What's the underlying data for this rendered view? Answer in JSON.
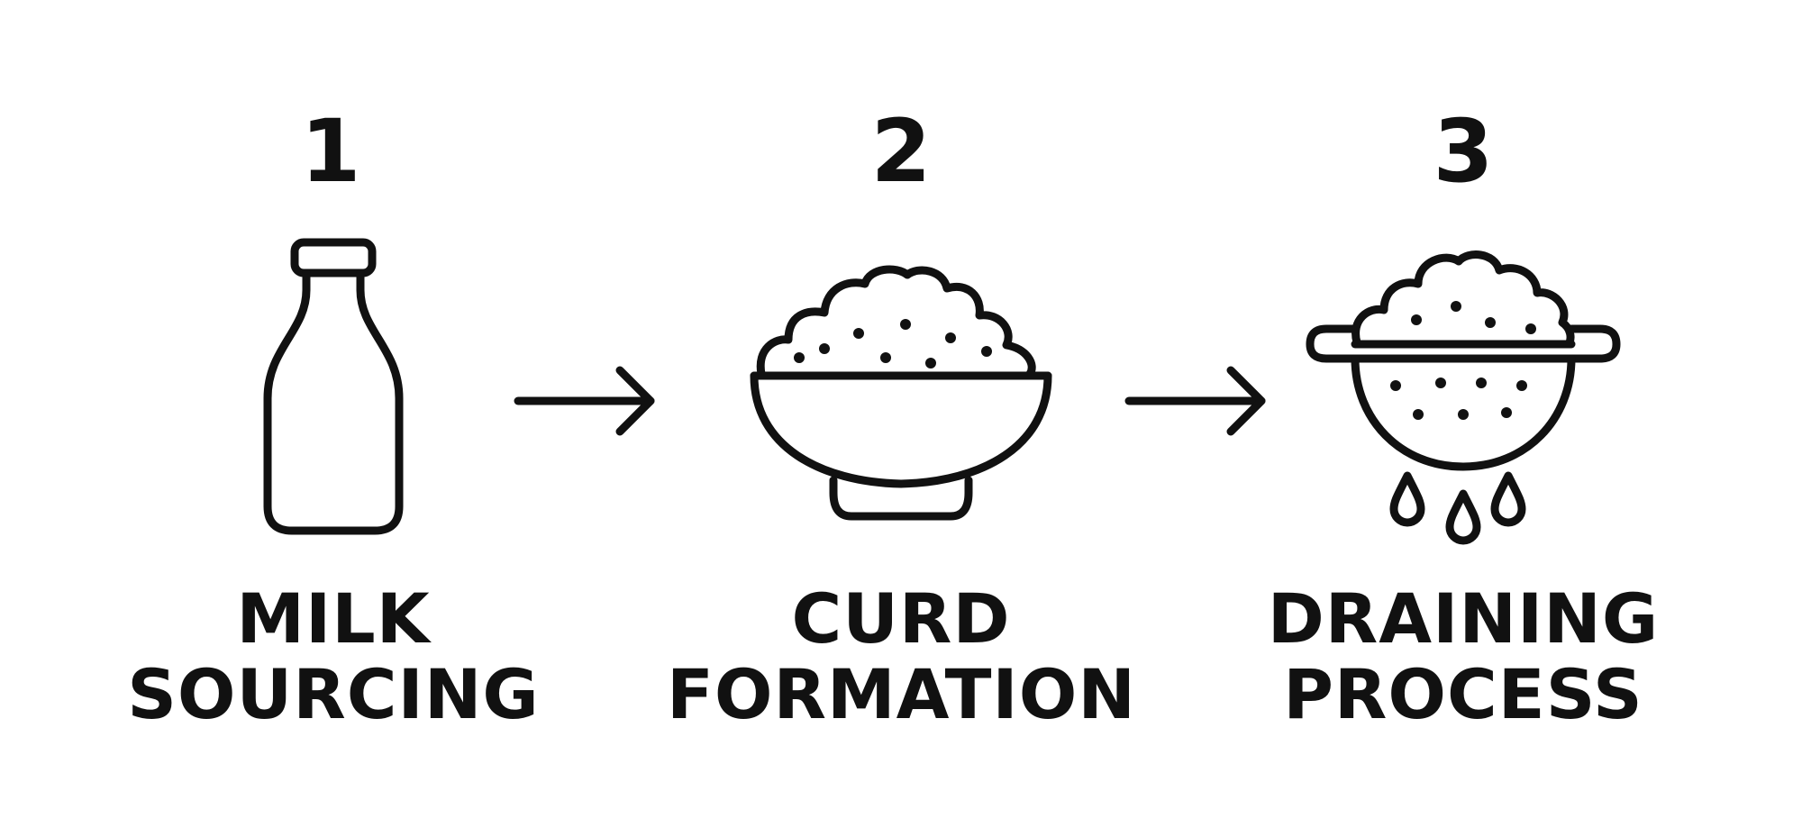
{
  "colors": {
    "ink": "#111111",
    "background": "#ffffff"
  },
  "steps": [
    {
      "number": "1",
      "label_line1": "MILK",
      "label_line2": "SOURCING",
      "icon": "milk-bottle-icon"
    },
    {
      "number": "2",
      "label_line1": "CURD",
      "label_line2": "FORMATION",
      "icon": "curd-bowl-icon"
    },
    {
      "number": "3",
      "label_line1": "DRAINING",
      "label_line2": "PROCESS",
      "icon": "colander-icon"
    }
  ],
  "arrows": [
    {
      "from": "1",
      "to": "2",
      "icon": "arrow-right-icon"
    },
    {
      "from": "2",
      "to": "3",
      "icon": "arrow-right-icon"
    }
  ]
}
